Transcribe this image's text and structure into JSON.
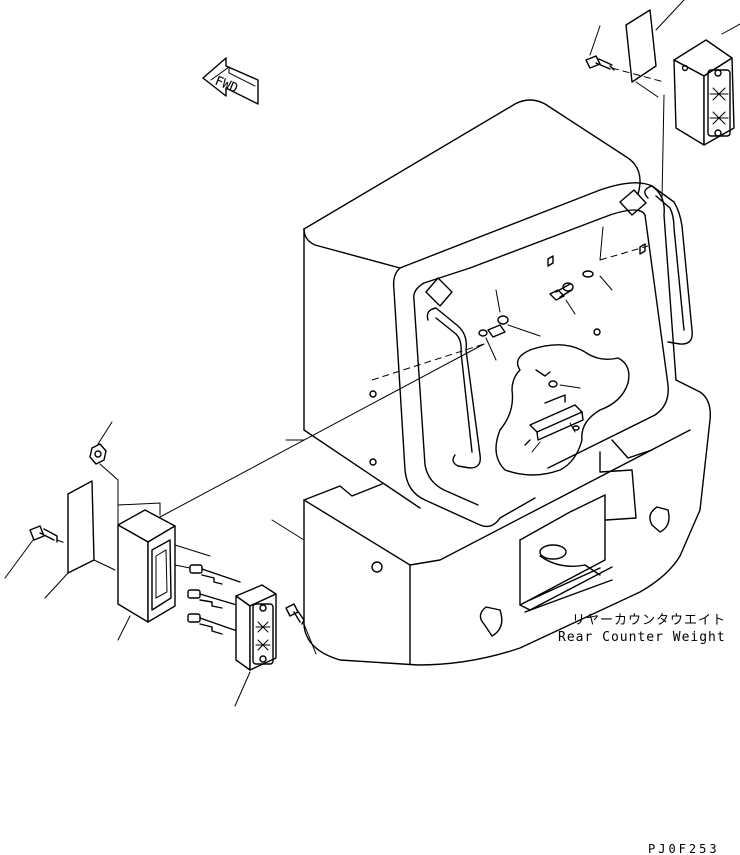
{
  "diagram": {
    "label_jp": "リヤーカウンタウエイト",
    "label_en": "Rear Counter Weight",
    "direction_marker": "FWD",
    "drawing_code": "PJ0F253"
  },
  "icons": {
    "forward_arrow": "fwd-arrow-icon"
  }
}
